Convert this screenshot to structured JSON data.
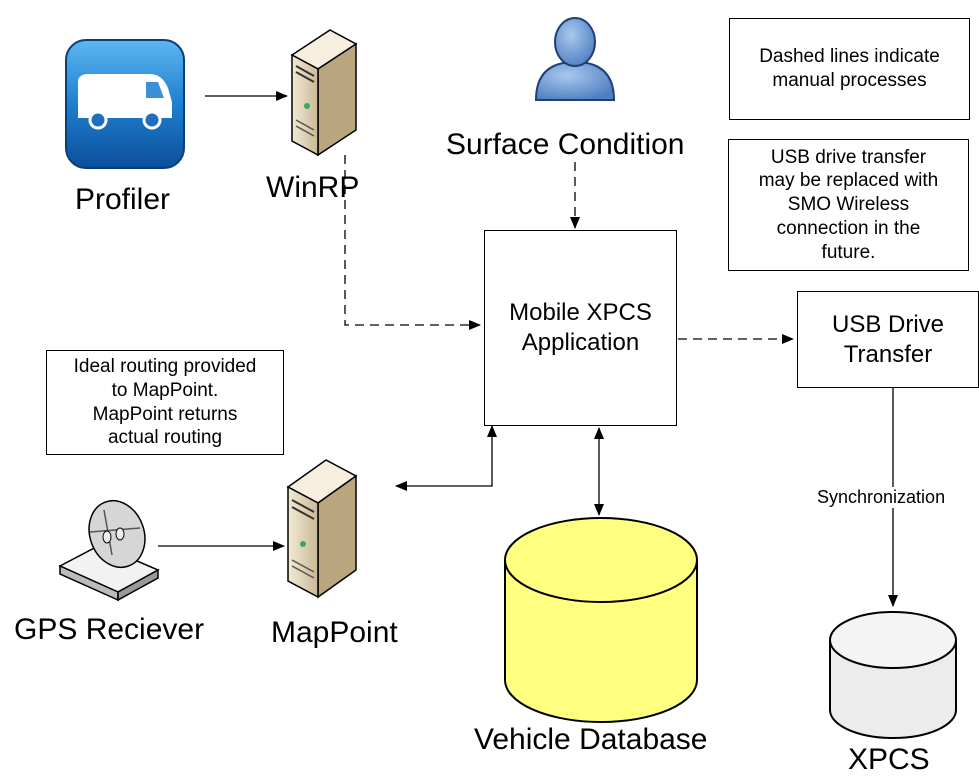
{
  "nodes": {
    "profiler": "Profiler",
    "winrp": "WinRP",
    "surface_condition": "Surface Condition",
    "mobile_xpcs": "Mobile XPCS\nApplication",
    "usb_transfer": "USB Drive\nTransfer",
    "gps_receiver": "GPS Reciever",
    "mappoint": "MapPoint",
    "vehicle_database": "Vehicle Database",
    "xpcs": "XPCS"
  },
  "notes": {
    "dashed": "Dashed lines indicate\nmanual processes",
    "usb": "USB drive transfer\nmay be replaced with\nSMO Wireless\nconnection in the\nfuture.",
    "routing": "Ideal routing provided\nto MapPoint.\nMapPoint returns\nactual routing"
  },
  "edges": {
    "synchronization": "Synchronization"
  },
  "colors": {
    "profiler_icon": "#1a73c8",
    "vehicle_db_fill": "#ffff80",
    "xpcs_db_fill": "#ececec",
    "person_fill": "#6e9dd6",
    "server_fill": "#e8dcc0"
  }
}
